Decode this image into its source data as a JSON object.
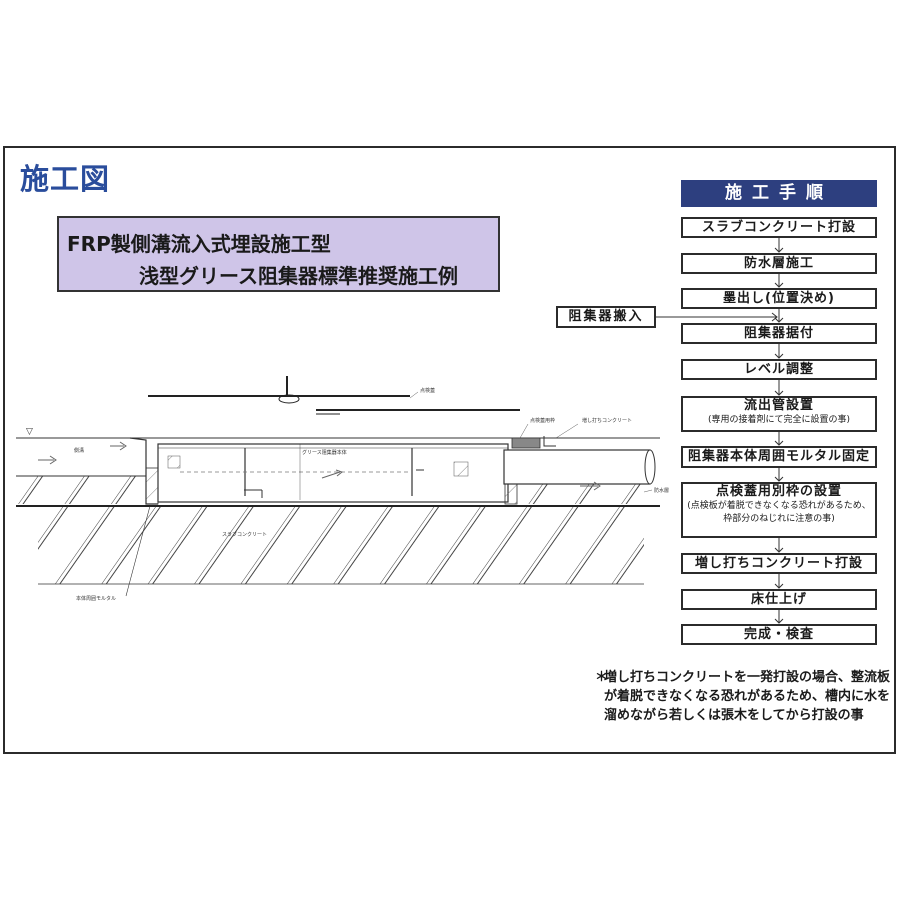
{
  "page_title": "施工図",
  "title_box": {
    "line1": "FRP製側溝流入式埋設施工型",
    "line2": "浅型グリース阻集器標準推奨施工例"
  },
  "procedure": {
    "header": "施工手順",
    "side_step": "阻集器搬入",
    "steps": [
      {
        "label": "スラブコンクリート打設",
        "sub": ""
      },
      {
        "label": "防水層施工",
        "sub": ""
      },
      {
        "label": "墨出し(位置決め)",
        "sub": ""
      },
      {
        "label": "阻集器据付",
        "sub": ""
      },
      {
        "label": "レベル調整",
        "sub": ""
      },
      {
        "label": "流出管設置",
        "sub": "(専用の接着剤にて完全に設置の事)"
      },
      {
        "label": "阻集器本体周囲モルタル固定",
        "sub": ""
      },
      {
        "label": "点検蓋用別枠の設置",
        "sub": "(点検板が着脱できなくなる恐れがあるため、枠部分のねじれに注意の事)"
      },
      {
        "label": "増し打ちコンクリート打設",
        "sub": ""
      },
      {
        "label": "床仕上げ",
        "sub": ""
      },
      {
        "label": "完成・検査",
        "sub": ""
      }
    ]
  },
  "note": {
    "mark": "＊",
    "text": "増し打ちコンクリートを一発打設の場合、整流板が着脱できなくなる恐れがあるため、槽内に水を溜めながら若しくは張木をしてから打設の事"
  },
  "diagram_labels": {
    "gutter": "側溝",
    "body": "グリース阻集器本体",
    "slab": "スラブコンクリート",
    "mortar": "本体周囲モルタル",
    "topping": "増し打ちコンクリート",
    "frame": "点検蓋用枠",
    "waterproof": "防水層",
    "grating": "点検蓋"
  },
  "colors": {
    "title_blue": "#2a4d9c",
    "title_box_bg": "#cfc5e8",
    "header_bg": "#2d3f7f"
  }
}
